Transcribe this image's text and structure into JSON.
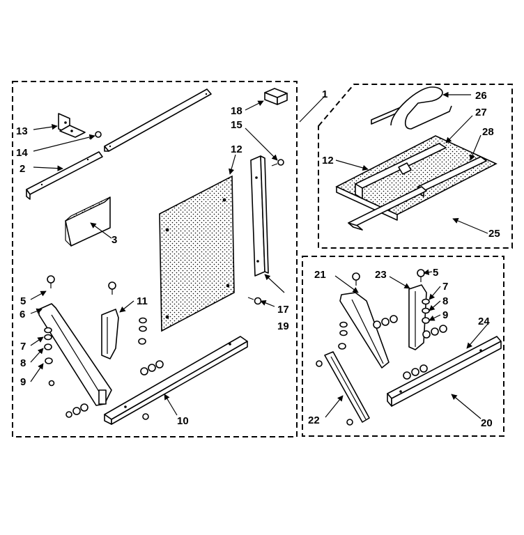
{
  "callouts": {
    "c1": "1",
    "c2": "2",
    "c3": "3",
    "c5a": "5",
    "c5b": "5",
    "c6": "6",
    "c7a": "7",
    "c7b": "7",
    "c8a": "8",
    "c8b": "8",
    "c9a": "9",
    "c9b": "9",
    "c10": "10",
    "c11": "11",
    "c12a": "12",
    "c12b": "12",
    "c13": "13",
    "c14": "14",
    "c15": "15",
    "c17": "17",
    "c18": "18",
    "c19": "19",
    "c20": "20",
    "c21": "21",
    "c22": "22",
    "c23": "23",
    "c24": "24",
    "c25": "25",
    "c26": "26",
    "c27": "27",
    "c28": "28"
  }
}
